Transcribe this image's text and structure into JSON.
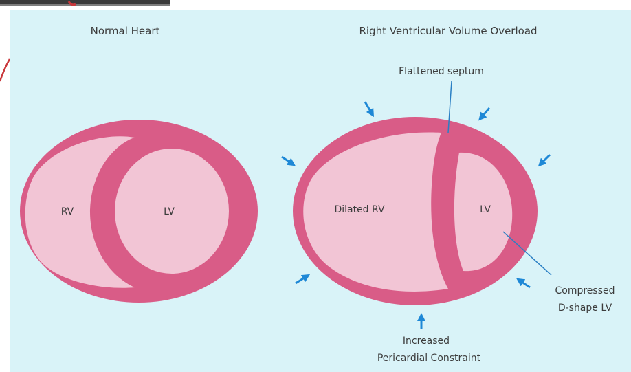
{
  "normal": {
    "title": "Normal Heart",
    "rv_label": "RV",
    "lv_label": "LV"
  },
  "overload": {
    "title": "Right Ventricular Volume Overload",
    "rv_label": "Dilated RV",
    "lv_label": "LV",
    "septum_label": "Flattened septum",
    "lv_callout_line1": "Compressed",
    "lv_callout_line2": "D-shape LV",
    "constraint_line1": "Increased",
    "constraint_line2": "Pericardial Constraint"
  },
  "colors": {
    "background": "#d9f3f8",
    "wall": "#d95c87",
    "chamber": "#f2c5d5",
    "arrow": "#1e88d6",
    "leader": "#2a7fc4"
  }
}
